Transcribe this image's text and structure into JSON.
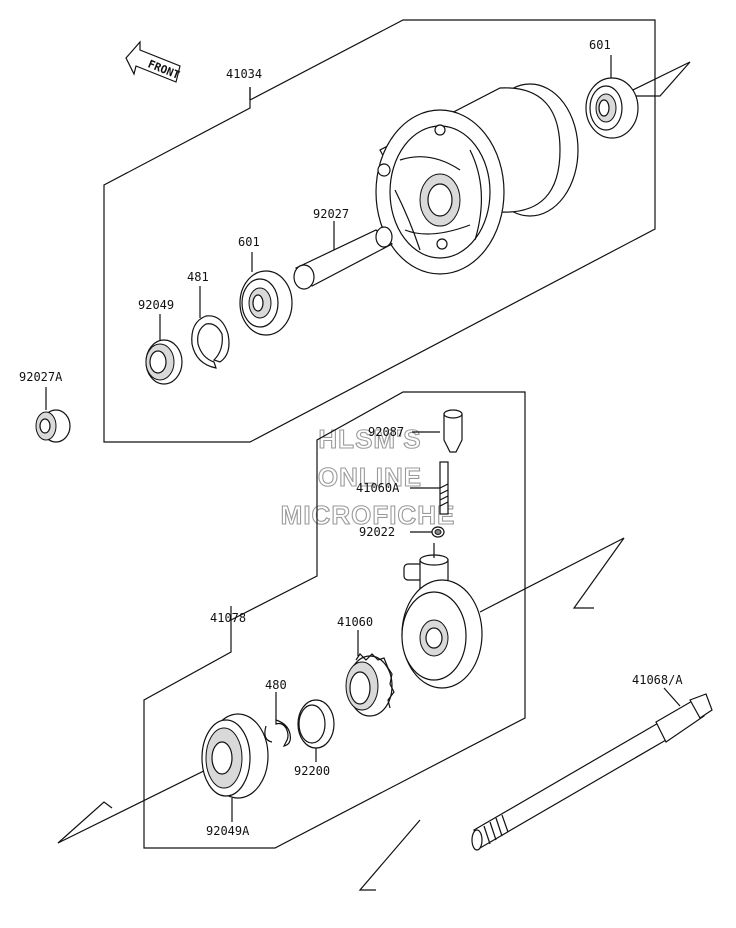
{
  "front_label": "FRONT",
  "watermark": [
    "HLSM'S",
    "ONLINE",
    "MICROFICHE"
  ],
  "labels": {
    "hub_assembly": "41034",
    "bearing_right": "601",
    "spacer": "92027",
    "bearing_left": "601",
    "circlip_481": "481",
    "seal_92049": "92049",
    "collar_92027a": "92027A",
    "cable_fitting_92087": "92087",
    "pinion_41060a": "41060A",
    "washer_92022": "92022",
    "gear_housing_41078": "41078",
    "gear_41060": "41060",
    "circlip_480": "480",
    "washer_92200": "92200",
    "seal_92049a": "92049A",
    "axle_41068a": "41068/A"
  }
}
